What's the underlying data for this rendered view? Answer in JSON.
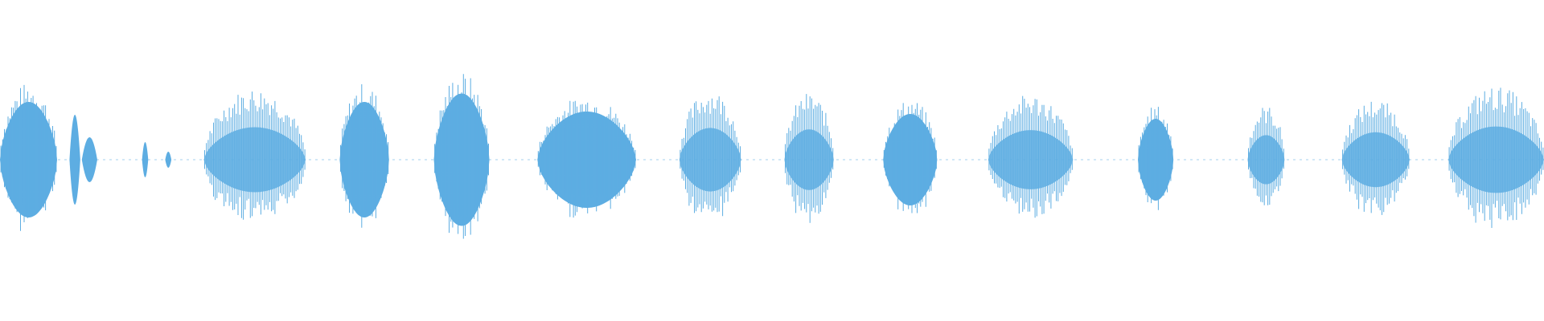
{
  "waveform": {
    "color": "#5dade2",
    "segments": [
      {
        "type": "burst",
        "start_frac": 0.0,
        "end_frac": 0.037,
        "amp": 0.48,
        "shape": "dense"
      },
      {
        "type": "blip",
        "start_frac": 0.045,
        "end_frac": 0.052,
        "amp": 0.28
      },
      {
        "type": "blip",
        "start_frac": 0.053,
        "end_frac": 0.063,
        "amp": 0.14
      },
      {
        "type": "blip",
        "start_frac": 0.092,
        "end_frac": 0.096,
        "amp": 0.11
      },
      {
        "type": "blip",
        "start_frac": 0.107,
        "end_frac": 0.111,
        "amp": 0.05
      },
      {
        "type": "burst",
        "start_frac": 0.132,
        "end_frac": 0.198,
        "amp": 0.45,
        "shape": "spiky"
      },
      {
        "type": "burst",
        "start_frac": 0.22,
        "end_frac": 0.252,
        "amp": 0.48,
        "shape": "dense"
      },
      {
        "type": "burst",
        "start_frac": 0.281,
        "end_frac": 0.317,
        "amp": 0.55,
        "shape": "dense"
      },
      {
        "type": "burst",
        "start_frac": 0.348,
        "end_frac": 0.412,
        "amp": 0.4,
        "shape": "dense"
      },
      {
        "type": "burst",
        "start_frac": 0.44,
        "end_frac": 0.48,
        "amp": 0.44,
        "shape": "spiky"
      },
      {
        "type": "burst",
        "start_frac": 0.508,
        "end_frac": 0.54,
        "amp": 0.42,
        "shape": "spiky"
      },
      {
        "type": "burst",
        "start_frac": 0.572,
        "end_frac": 0.607,
        "amp": 0.38,
        "shape": "dense"
      },
      {
        "type": "burst",
        "start_frac": 0.64,
        "end_frac": 0.695,
        "amp": 0.41,
        "shape": "spiky"
      },
      {
        "type": "burst",
        "start_frac": 0.737,
        "end_frac": 0.76,
        "amp": 0.34,
        "shape": "dense"
      },
      {
        "type": "burst",
        "start_frac": 0.808,
        "end_frac": 0.832,
        "amp": 0.34,
        "shape": "spiky"
      },
      {
        "type": "burst",
        "start_frac": 0.869,
        "end_frac": 0.913,
        "amp": 0.38,
        "shape": "spiky"
      },
      {
        "type": "burst",
        "start_frac": 0.938,
        "end_frac": 1.0,
        "amp": 0.46,
        "shape": "spiky"
      }
    ]
  }
}
